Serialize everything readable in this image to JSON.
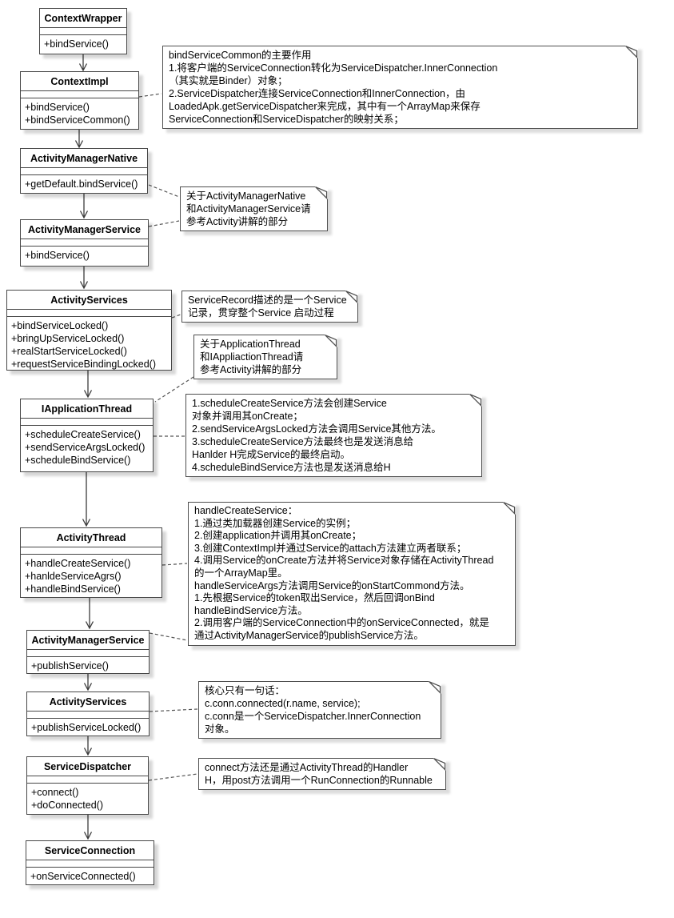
{
  "diagram": {
    "colors": {
      "canvas_background": "#ffffff",
      "box_border": "#474747",
      "text": "#000000",
      "shadow": "#d9d9d9",
      "connector_line": "#4f4f4f"
    },
    "classes": [
      {
        "name": "ContextWrapper",
        "methods": [
          "+bindService()"
        ]
      },
      {
        "name": "ContextImpl",
        "methods": [
          "+bindService()",
          "+bindServiceCommon()"
        ]
      },
      {
        "name": "ActivityManagerNative",
        "methods": [
          "+getDefault.bindService()"
        ]
      },
      {
        "name": "ActivityManagerService",
        "methods": [
          "+bindService()"
        ]
      },
      {
        "name": "ActivityServices",
        "methods": [
          "+bindServiceLocked()",
          "+bringUpServiceLocked()",
          "+realStartServiceLocked()",
          "+requestServiceBindingLocked()"
        ]
      },
      {
        "name": "IApplicationThread",
        "methods": [
          "+scheduleCreateService()",
          "+sendServiceArgsLocked()",
          "+scheduleBindService()"
        ]
      },
      {
        "name": "ActivityThread",
        "methods": [
          "+handleCreateService()",
          "+hanldeServiceAgrs()",
          "+handleBindService()"
        ]
      },
      {
        "name": "ActivityManagerService",
        "methods": [
          "+publishService()"
        ]
      },
      {
        "name": "ActivityServices",
        "methods": [
          "+publishServiceLocked()"
        ]
      },
      {
        "name": "ServiceDispatcher",
        "methods": [
          "+connect()",
          "+doConnected()"
        ]
      },
      {
        "name": "ServiceConnection",
        "methods": [
          "+onServiceConnected()"
        ]
      }
    ],
    "notes": [
      {
        "lines": [
          "bindServiceCommon的主要作用",
          "1.将客户端的ServiceConnection转化为ServiceDispatcher.InnerConnection",
          "（其实就是Binder）对象；",
          "2.ServiceDispatcher连接ServiceConnection和InnerConnection，由",
          "LoadedApk.getServiceDispatcher来完成，其中有一个ArrayMap来保存",
          "ServiceConnection和ServiceDispatcher的映射关系；"
        ]
      },
      {
        "lines": [
          "关于ActivityManagerNative",
          "和ActivityManagerService请",
          "参考Activity讲解的部分"
        ]
      },
      {
        "lines": [
          "ServiceRecord描述的是一个Service",
          "记录，贯穿整个Service 启动过程"
        ]
      },
      {
        "lines": [
          "关于ApplicationThread",
          "和IAppliactionThread请",
          "参考Activity讲解的部分"
        ]
      },
      {
        "lines": [
          "1.scheduleCreateService方法会创建Service",
          "对象并调用其onCreate；",
          "2.sendServiceArgsLocked方法会调用Service其他方法。",
          "3.scheduleCreateService方法最终也是发送消息给",
          "Hanlder H完成Service的最终启动。",
          "4.scheduleBindService方法也是发送消息给H"
        ]
      },
      {
        "lines": [
          "handleCreateService：",
          "1.通过类加载器创建Service的实例；",
          "2.创建application并调用其onCreate；",
          "3.创建ContextImpl并通过Service的attach方法建立两者联系；",
          "4.调用Service的onCreate方法并将Service对象存储在ActivityThread",
          "的一个ArrayMap里。",
          "handleServiceArgs方法调用Service的onStartCommond方法。",
          "1.先根据Service的token取出Service，然后回调onBind",
          "handleBindService方法。",
          "2.调用客户端的ServiceConnection中的onServiceConnected，就是",
          "通过ActivityManagerService的publishService方法。"
        ]
      },
      {
        "lines": [
          "核心只有一句话：",
          "c.conn.connected(r.name, service);",
          "c.conn是一个ServiceDispatcher.InnerConnection",
          "对象。"
        ]
      },
      {
        "lines": [
          "connect方法还是通过ActivityThread的Handler",
          "H，用post方法调用一个RunConnection的Runnable"
        ]
      }
    ]
  }
}
